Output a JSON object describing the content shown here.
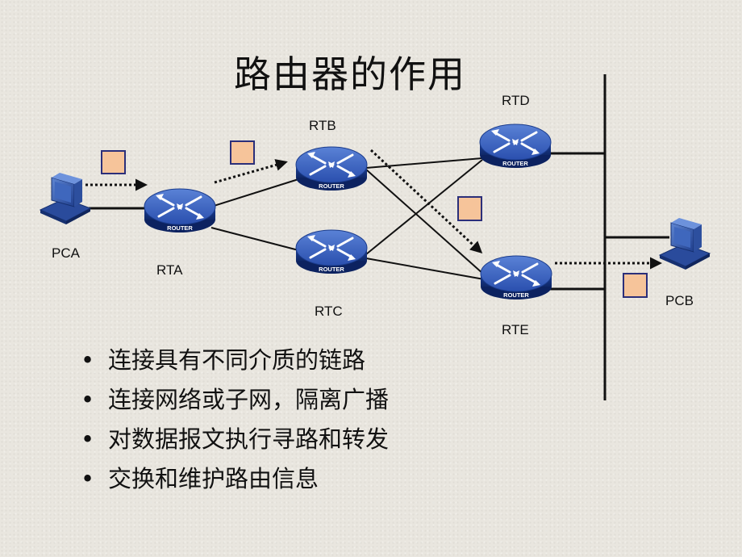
{
  "title": "路由器的作用",
  "devices": {
    "pca": "PCA",
    "pcb": "PCB",
    "rta": "RTA",
    "rtb": "RTB",
    "rtc": "RTC",
    "rtd": "RTD",
    "rte": "RTE"
  },
  "router_badge": "ROUTER",
  "bullets": [
    "连接具有不同介质的链路",
    "连接网络或子网，隔离广播",
    "对数据报文执行寻路和转发",
    "交换和维护路由信息"
  ],
  "bullet_glyph": "•",
  "colors": {
    "router_body": "#1a3a8c",
    "router_top": "#3b63c4",
    "packet_fill": "#f6c49a",
    "packet_border": "#2b2f7a",
    "line": "#111111"
  },
  "icons": {
    "router": "router-icon",
    "computer": "computer-icon",
    "packet": "packet-icon",
    "arrow": "dotted-arrow-icon"
  }
}
